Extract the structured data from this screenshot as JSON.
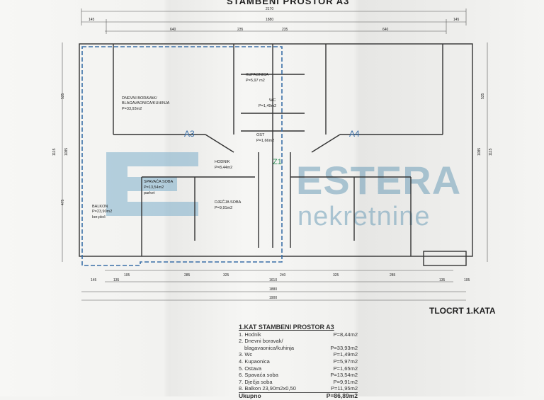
{
  "title": "STAMBENI  PROSTOR A3",
  "plan_title": "TLOCRT 1.KATA",
  "watermark": {
    "line1": "ESTERA",
    "line2": "nekretnine",
    "color": "#6f9fb9"
  },
  "dimensions": {
    "top": [
      "2170",
      "1880",
      "145",
      "145",
      "640",
      "235",
      "235",
      "640"
    ],
    "bottom": [
      "105",
      "135",
      "285",
      "325",
      "240",
      "325",
      "285",
      "145",
      "135",
      "105",
      "1610",
      "1880",
      "1900"
    ],
    "sides": [
      "535",
      "1115",
      "1085",
      "475",
      "535",
      "1085",
      "1115"
    ]
  },
  "units": {
    "a3": "A3",
    "a4": "A4",
    "z1": "Z1"
  },
  "rooms": [
    {
      "name": "DNEVNI BORAVAK/",
      "name2": "BLAGAVAONICA/KUHINJA",
      "area": "P=33,93m2"
    },
    {
      "name": "KUPAONICA",
      "area": "P=5,97 m2"
    },
    {
      "name": "WC",
      "area": "P=1,49m2"
    },
    {
      "name": "OST",
      "area": "P=1,66m2"
    },
    {
      "name": "HODNIK",
      "area": "P=8,44m2"
    },
    {
      "name": "SPAVAĆA SOBA",
      "area": "P=13,54m2",
      "note": "parket"
    },
    {
      "name": "DJEČJA SOBA",
      "area": "P=9,91m2"
    },
    {
      "name": "BALKON",
      "area": "P=23,90m2",
      "note": "ker.ploč"
    }
  ],
  "legend": {
    "heading": "1.KAT STAMBENI PROSTOR A3",
    "rows": [
      {
        "label": "1. Hodnik",
        "value": "P=8,44m2"
      },
      {
        "label": "2. Dnevni boravak/",
        "value": ""
      },
      {
        "label": "   blagavaonica/kuhinja",
        "value": "P=33,93m2"
      },
      {
        "label": "3. Wc",
        "value": "P=1,49m2"
      },
      {
        "label": "4. Kupaonica",
        "value": "P=5,97m2"
      },
      {
        "label": "5. Ostava",
        "value": "P=1,65m2"
      },
      {
        "label": "6. Spavaća soba",
        "value": "P=13,54m2"
      },
      {
        "label": "7. Dječja soba",
        "value": "P=9,91m2"
      },
      {
        "label": "8. Balkon  23,90m2x0,50",
        "value": "P=11,95m2"
      }
    ],
    "total_label": "Ukupno",
    "total_value": "P=86,89m2"
  }
}
